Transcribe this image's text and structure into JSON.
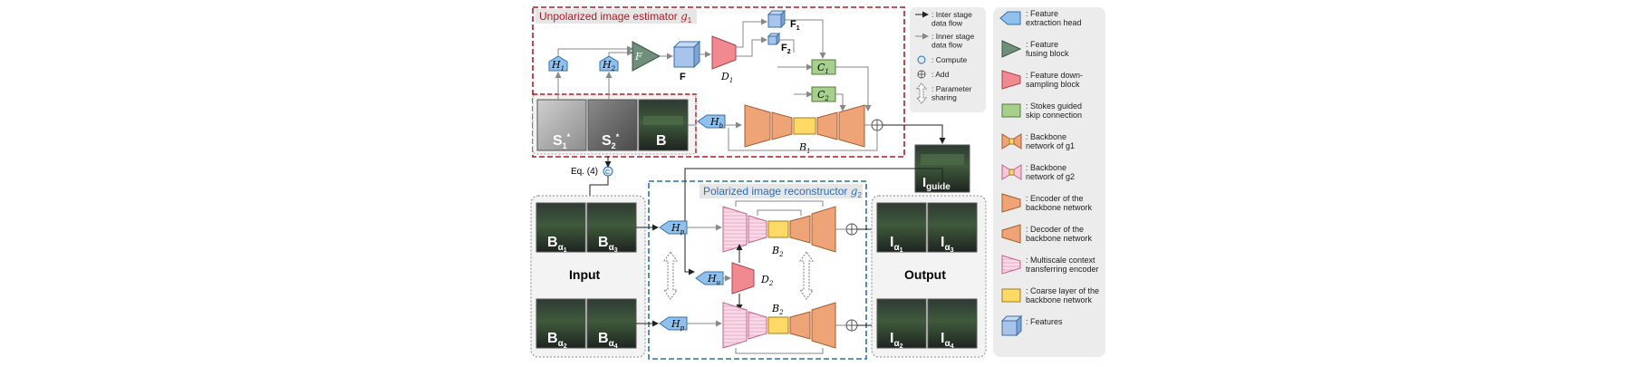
{
  "colors": {
    "red_dashed": "#b01c24",
    "blue_dashed": "#2e6db4",
    "blue_head": "#8fc1ef",
    "green_head": "#6f8f7a",
    "red_block": "#f08a90",
    "orange_block": "#efa477",
    "green_block": "#a8d08d",
    "yellow_block": "#ffd966",
    "pink_block": "#f7c6d8",
    "cube_blue": "#a9c4ea",
    "panel_gray": "#ececec"
  },
  "stage1": {
    "title_prefix": "Unpolarized image estimator ",
    "title_sym": "g",
    "title_sub": "1",
    "H1": "H",
    "H1_sub": "1",
    "H2": "H",
    "H2_sub": "2",
    "Hb": "H",
    "Hb_sub": "b",
    "F_fuse": "F",
    "F_cube": "F",
    "D1": "D",
    "D1_sub": "1",
    "F1": "F",
    "F1_sub": "1",
    "F2": "F",
    "F2_sub": "2",
    "C1": "C",
    "C1_sub": "1",
    "C2": "C",
    "C2_sub": "2",
    "B1": "B",
    "B1_sub": "1",
    "images": {
      "s1": "S",
      "s1_sub": "1",
      "s1_sup": "*",
      "s2": "S",
      "s2_sub": "2",
      "s2_sup": "*",
      "b": "B"
    }
  },
  "eq_label": "Eq. (4)",
  "guide_label": "I",
  "guide_sub": "guide",
  "stage2": {
    "title_prefix": "Polarized image reconstructor ",
    "title_sym": "g",
    "title_sub": "2",
    "Hp": "H",
    "Hp_sub": "p",
    "Hu": "H",
    "Hu_sub": "u",
    "D2": "D",
    "D2_sub": "2",
    "B2": "B",
    "B2_sub": "2"
  },
  "input": {
    "label": "Input",
    "images": [
      {
        "main": "B",
        "sub": "α",
        "subsub": "1"
      },
      {
        "main": "B",
        "sub": "α",
        "subsub": "3"
      },
      {
        "main": "B",
        "sub": "α",
        "subsub": "2"
      },
      {
        "main": "B",
        "sub": "α",
        "subsub": "4"
      }
    ]
  },
  "output": {
    "label": "Output",
    "images": [
      {
        "main": "I",
        "sub": "α",
        "subsub": "1"
      },
      {
        "main": "I",
        "sub": "α",
        "subsub": "3"
      },
      {
        "main": "I",
        "sub": "α",
        "subsub": "2"
      },
      {
        "main": "I",
        "sub": "α",
        "subsub": "4"
      }
    ]
  },
  "legend_mid": [
    {
      "icon": "black-arrow",
      "text": ": Inter stage\ndata flow"
    },
    {
      "icon": "gray-arrow",
      "text": ": Inner stage\ndata flow"
    },
    {
      "icon": "compute",
      "text": ": Compute"
    },
    {
      "icon": "add",
      "text": ": Add"
    },
    {
      "icon": "param-share",
      "text": ": Parameter\nsharing"
    }
  ],
  "legend_right": [
    {
      "icon": "feature-extraction-head",
      "text": ": Feature\nextraction head"
    },
    {
      "icon": "feature-fusing-block",
      "text": ": Feature\nfusing block"
    },
    {
      "icon": "feature-downsampling-block",
      "text": ": Feature down-\nsampling block"
    },
    {
      "icon": "stokes-skip",
      "text": ": Stokes guided\nskip connection"
    },
    {
      "icon": "backbone-g1",
      "text": ": Backbone\nnetwork of g1"
    },
    {
      "icon": "backbone-g2",
      "text": ": Backbone\nnetwork of g2"
    },
    {
      "icon": "encoder",
      "text": ": Encoder of the\nbackbone network"
    },
    {
      "icon": "decoder",
      "text": ": Decoder of the\nbackbone network"
    },
    {
      "icon": "multiscale-encoder",
      "text": ": Multiscale context\ntransferring encoder"
    },
    {
      "icon": "coarse-layer",
      "text": ": Coarse layer of the\nbackbone network"
    },
    {
      "icon": "features-cube",
      "text": ": Features"
    }
  ]
}
